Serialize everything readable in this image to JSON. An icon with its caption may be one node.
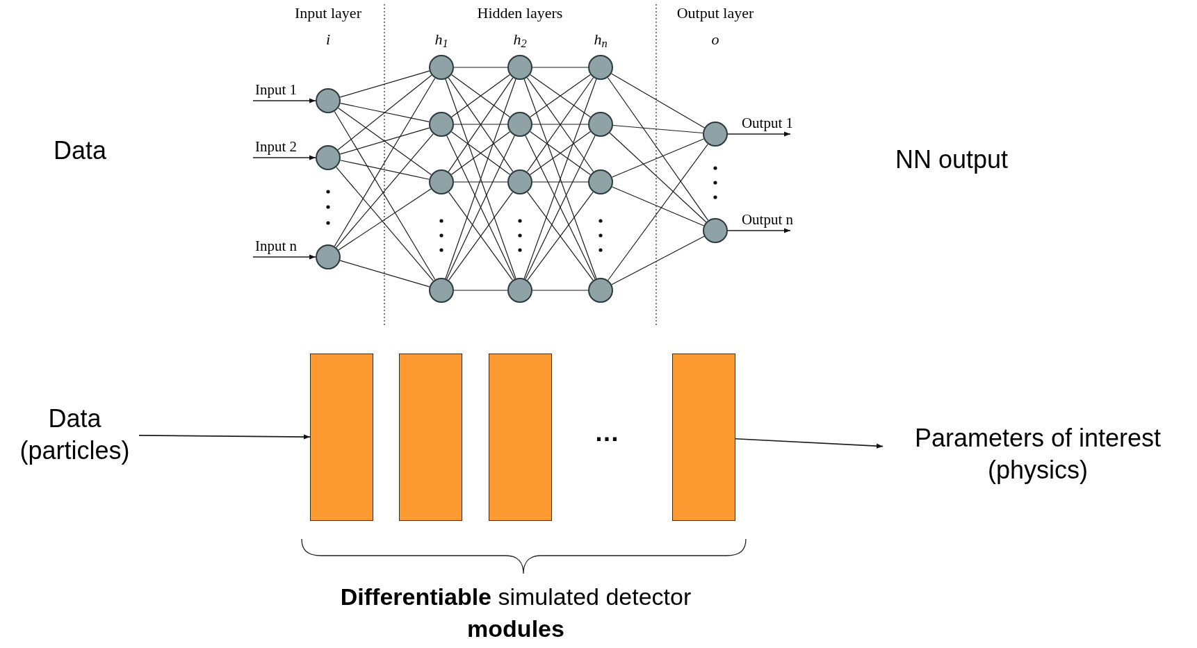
{
  "diagram": {
    "nodes": [
      {
        "text": [],
        "shape": "circle"
      },
      {
        "text": [],
        "shape": "circle"
      },
      {
        "text": [],
        "shape": "circle"
      },
      {
        "text": [],
        "shape": "circle"
      },
      {
        "text": [],
        "shape": "circle"
      },
      {
        "text": [],
        "shape": "circle"
      },
      {
        "text": [],
        "shape": "circle"
      },
      {
        "text": [],
        "shape": "circle"
      },
      {
        "text": [],
        "shape": "circle"
      },
      {
        "text": [],
        "shape": "circle"
      },
      {
        "text": [],
        "shape": "circle"
      },
      {
        "text": [],
        "shape": "circle"
      },
      {
        "text": [],
        "shape": "circle"
      },
      {
        "text": [],
        "shape": "circle"
      },
      {
        "text": [],
        "shape": "circle"
      },
      {
        "text": [],
        "shape": "circle"
      },
      {
        "text": [],
        "shape": "circle"
      },
      {
        "text": [
          "Data (particles)"
        ]
      },
      {
        "text": [],
        "shape": "box"
      },
      {
        "text": [],
        "shape": "box"
      },
      {
        "text": [],
        "shape": "box"
      },
      {
        "text": [],
        "shape": "box"
      },
      {
        "text": [
          "Parameters of interest (physics)"
        ]
      }
    ],
    "edges": [
      {
        "from": null,
        "to": 0,
        "arrow": "to",
        "label": "Input 1"
      },
      {
        "from": null,
        "to": 1,
        "arrow": "to",
        "label": "Input 2"
      },
      {
        "from": null,
        "to": 2,
        "arrow": "to",
        "label": "Input n"
      },
      {
        "from": 0,
        "to": 3,
        "arrow": "none"
      },
      {
        "from": 0,
        "to": 4,
        "arrow": "none"
      },
      {
        "from": 0,
        "to": 5,
        "arrow": "none"
      },
      {
        "from": 0,
        "to": 6,
        "arrow": "none"
      },
      {
        "from": 1,
        "to": 3,
        "arrow": "none"
      },
      {
        "from": 1,
        "to": 4,
        "arrow": "none"
      },
      {
        "from": 1,
        "to": 5,
        "arrow": "none"
      },
      {
        "from": 1,
        "to": 6,
        "arrow": "none"
      },
      {
        "from": 2,
        "to": 3,
        "arrow": "none"
      },
      {
        "from": 2,
        "to": 4,
        "arrow": "none"
      },
      {
        "from": 2,
        "to": 5,
        "arrow": "none"
      },
      {
        "from": 2,
        "to": 6,
        "arrow": "none"
      },
      {
        "from": 3,
        "to": 7,
        "arrow": "none"
      },
      {
        "from": 3,
        "to": 8,
        "arrow": "none"
      },
      {
        "from": 3,
        "to": 9,
        "arrow": "none"
      },
      {
        "from": 3,
        "to": 10,
        "arrow": "none"
      },
      {
        "from": 4,
        "to": 7,
        "arrow": "none"
      },
      {
        "from": 4,
        "to": 8,
        "arrow": "none"
      },
      {
        "from": 4,
        "to": 9,
        "arrow": "none"
      },
      {
        "from": 4,
        "to": 10,
        "arrow": "none"
      },
      {
        "from": 5,
        "to": 7,
        "arrow": "none"
      },
      {
        "from": 5,
        "to": 8,
        "arrow": "none"
      },
      {
        "from": 5,
        "to": 9,
        "arrow": "none"
      },
      {
        "from": 5,
        "to": 10,
        "arrow": "none"
      },
      {
        "from": 6,
        "to": 7,
        "arrow": "none"
      },
      {
        "from": 6,
        "to": 8,
        "arrow": "none"
      },
      {
        "from": 6,
        "to": 9,
        "arrow": "none"
      },
      {
        "from": 6,
        "to": 10,
        "arrow": "none"
      },
      {
        "from": 7,
        "to": 11,
        "arrow": "none"
      },
      {
        "from": 7,
        "to": 12,
        "arrow": "none"
      },
      {
        "from": 7,
        "to": 13,
        "arrow": "none"
      },
      {
        "from": 7,
        "to": 14,
        "arrow": "none"
      },
      {
        "from": 8,
        "to": 11,
        "arrow": "none"
      },
      {
        "from": 8,
        "to": 12,
        "arrow": "none"
      },
      {
        "from": 8,
        "to": 13,
        "arrow": "none"
      },
      {
        "from": 8,
        "to": 14,
        "arrow": "none"
      },
      {
        "from": 9,
        "to": 11,
        "arrow": "none"
      },
      {
        "from": 9,
        "to": 12,
        "arrow": "none"
      },
      {
        "from": 9,
        "to": 13,
        "arrow": "none"
      },
      {
        "from": 9,
        "to": 14,
        "arrow": "none"
      },
      {
        "from": 10,
        "to": 11,
        "arrow": "none"
      },
      {
        "from": 10,
        "to": 12,
        "arrow": "none"
      },
      {
        "from": 10,
        "to": 13,
        "arrow": "none"
      },
      {
        "from": 10,
        "to": 14,
        "arrow": "none"
      },
      {
        "from": 11,
        "to": 15,
        "arrow": "none"
      },
      {
        "from": 11,
        "to": 16,
        "arrow": "none"
      },
      {
        "from": 12,
        "to": 15,
        "arrow": "none"
      },
      {
        "from": 12,
        "to": 16,
        "arrow": "none"
      },
      {
        "from": 13,
        "to": 15,
        "arrow": "none"
      },
      {
        "from": 13,
        "to": 16,
        "arrow": "none"
      },
      {
        "from": 14,
        "to": 15,
        "arrow": "none"
      },
      {
        "from": 14,
        "to": 16,
        "arrow": "none"
      },
      {
        "from": 15,
        "to": null,
        "arrow": "to",
        "label": "Output 1"
      },
      {
        "from": 16,
        "to": null,
        "arrow": "to",
        "label": "Output n"
      },
      {
        "from": 17,
        "to": 18,
        "arrow": "to"
      },
      {
        "from": 21,
        "to": 22,
        "arrow": "to"
      }
    ],
    "labels": [
      "Input layer",
      "Hidden layers",
      "Output layer",
      "i",
      "h$_{1}$",
      "h$_{2}$",
      "h$_{n}$",
      "o",
      "Data",
      "NN output",
      "…",
      "**Differentiable** simulated detector **modules**"
    ]
  }
}
